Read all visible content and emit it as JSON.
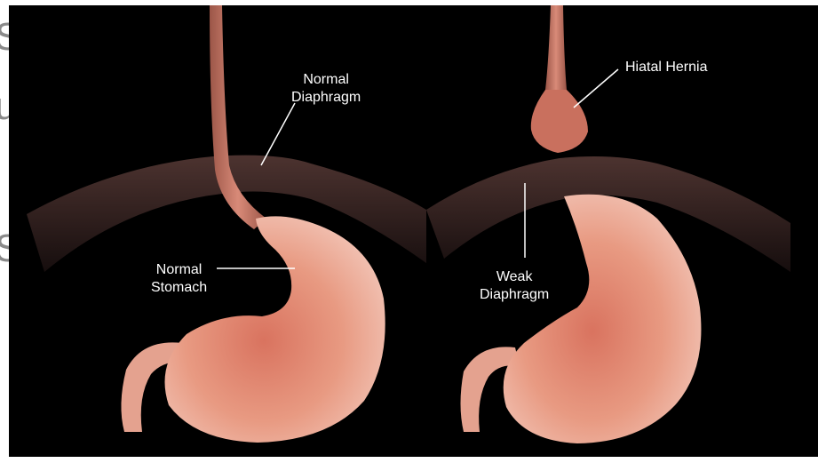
{
  "background_text": [
    "S",
    "u",
    "S"
  ],
  "labels": {
    "normal_diaphragm": [
      "Normal",
      "Diaphragm"
    ],
    "normal_stomach": [
      "Normal",
      "Stomach"
    ],
    "hiatal_hernia": "Hiatal Hernia",
    "weak_diaphragm": [
      "Weak",
      "Diaphragm"
    ]
  },
  "colors": {
    "panel_background": "#000000",
    "stomach": "#e89a82",
    "stomach_shadow": "#c46a55",
    "esophagus": "#c77666",
    "diaphragm": "#4a3330",
    "label_text": "#ffffff"
  }
}
